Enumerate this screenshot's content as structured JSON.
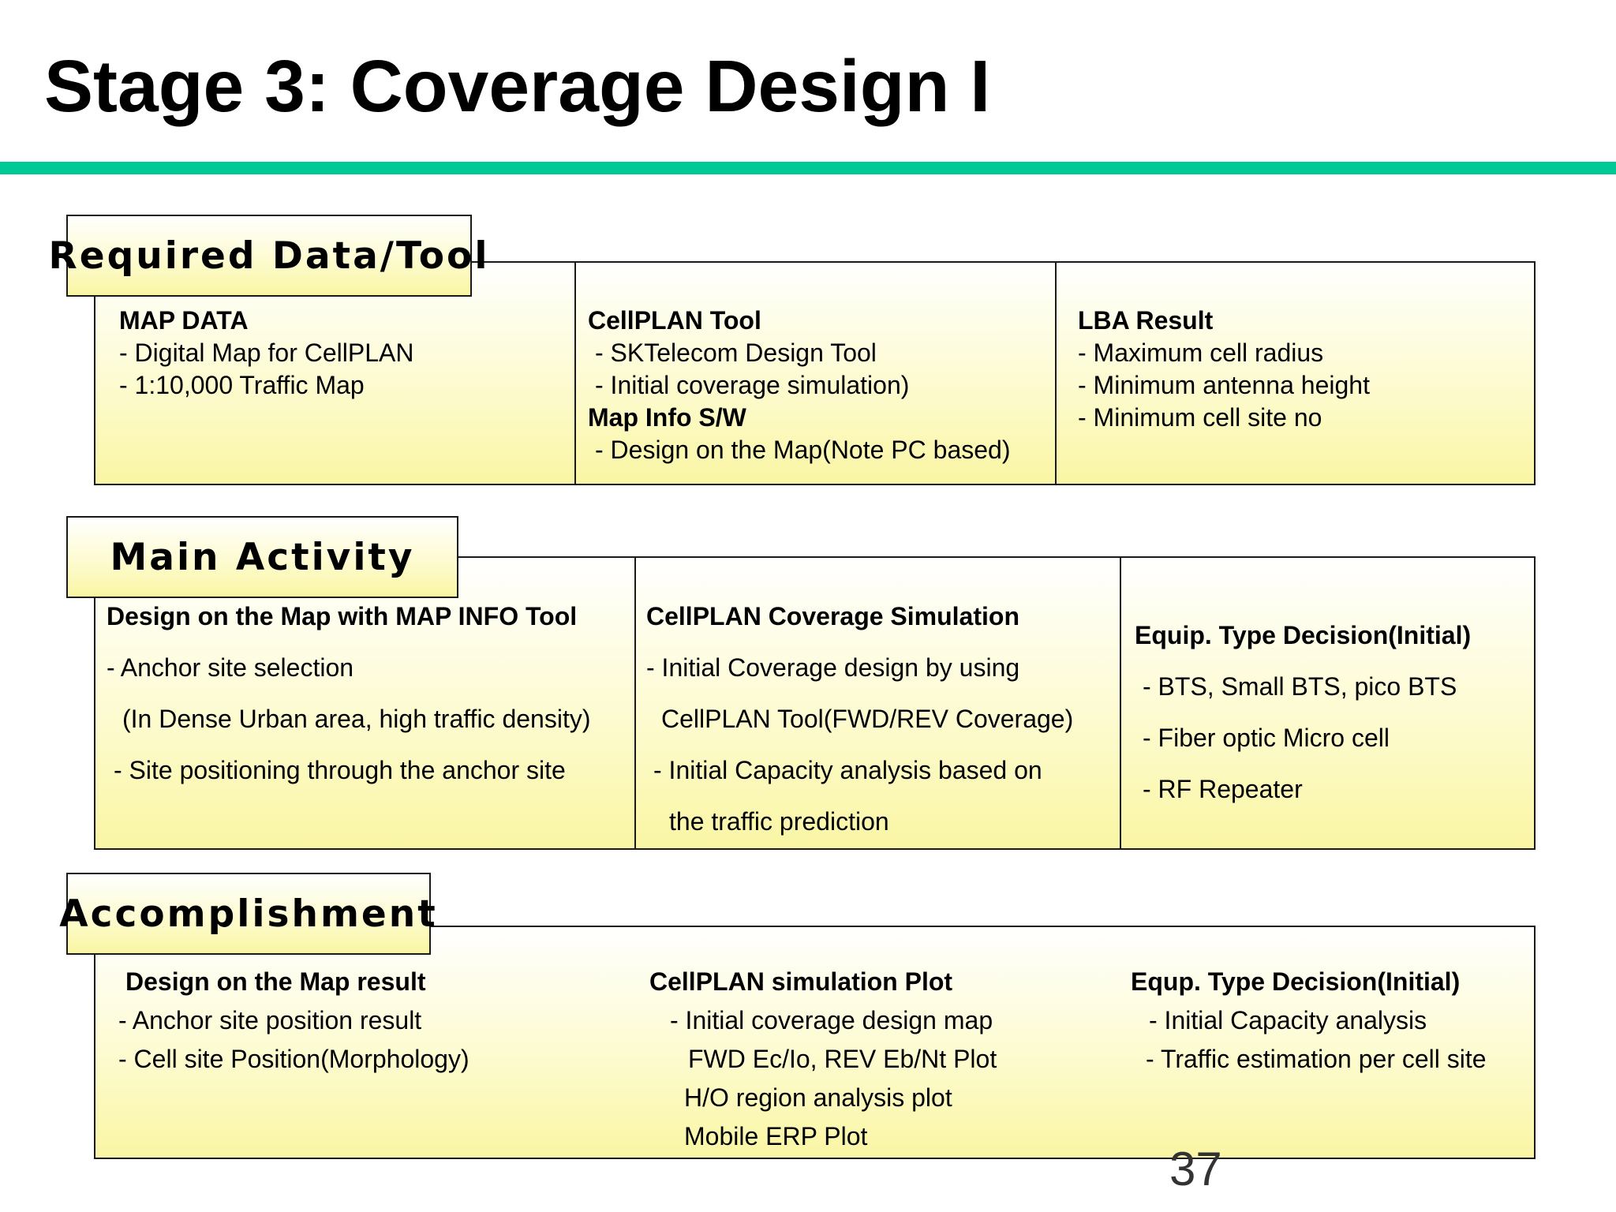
{
  "slide": {
    "title": "Stage 3: Coverage Design I",
    "page_number": "37"
  },
  "sections": {
    "required": {
      "label": "Required Data/Tool",
      "col1": {
        "heading": "MAP DATA",
        "items": [
          "- Digital Map for CellPLAN",
          "- 1:10,000 Traffic Map"
        ]
      },
      "col2": {
        "heading": "CellPLAN Tool",
        "items": [
          "- SKTelecom Design Tool",
          "- Initial coverage simulation)"
        ],
        "heading2": "Map Info S/W",
        "items2": [
          "- Design on the Map(Note PC based)"
        ]
      },
      "col3": {
        "heading": "LBA Result",
        "items": [
          "- Maximum cell radius",
          "- Minimum antenna height",
          "- Minimum cell site no"
        ]
      }
    },
    "activity": {
      "label": "Main Activity",
      "col1": {
        "heading": "Design on the Map with MAP INFO Tool",
        "items": [
          "- Anchor site selection",
          "(In Dense Urban area, high traffic density)",
          "- Site positioning through the anchor site"
        ]
      },
      "col2": {
        "heading": "CellPLAN Coverage Simulation",
        "items": [
          "- Initial Coverage design by using",
          "CellPLAN Tool(FWD/REV Coverage)",
          "- Initial Capacity analysis based on",
          "the traffic prediction"
        ]
      },
      "col3": {
        "heading": "Equip. Type Decision(Initial)",
        "items": [
          "- BTS, Small BTS, pico BTS",
          "- Fiber optic Micro cell",
          "- RF Repeater"
        ]
      }
    },
    "accomplishment": {
      "label": "Accomplishment",
      "col1": {
        "heading": "Design on the Map result",
        "items": [
          "- Anchor site position result",
          "- Cell site Position(Morphology)"
        ]
      },
      "col2": {
        "heading": "CellPLAN simulation Plot",
        "items": [
          "- Initial coverage design map",
          "FWD Ec/Io, REV Eb/Nt Plot",
          "H/O region analysis plot",
          "Mobile ERP Plot"
        ]
      },
      "col3": {
        "heading": "Equp. Type Decision(Initial)",
        "items": [
          "- Initial Capacity analysis",
          "- Traffic estimation per cell site"
        ]
      }
    }
  }
}
